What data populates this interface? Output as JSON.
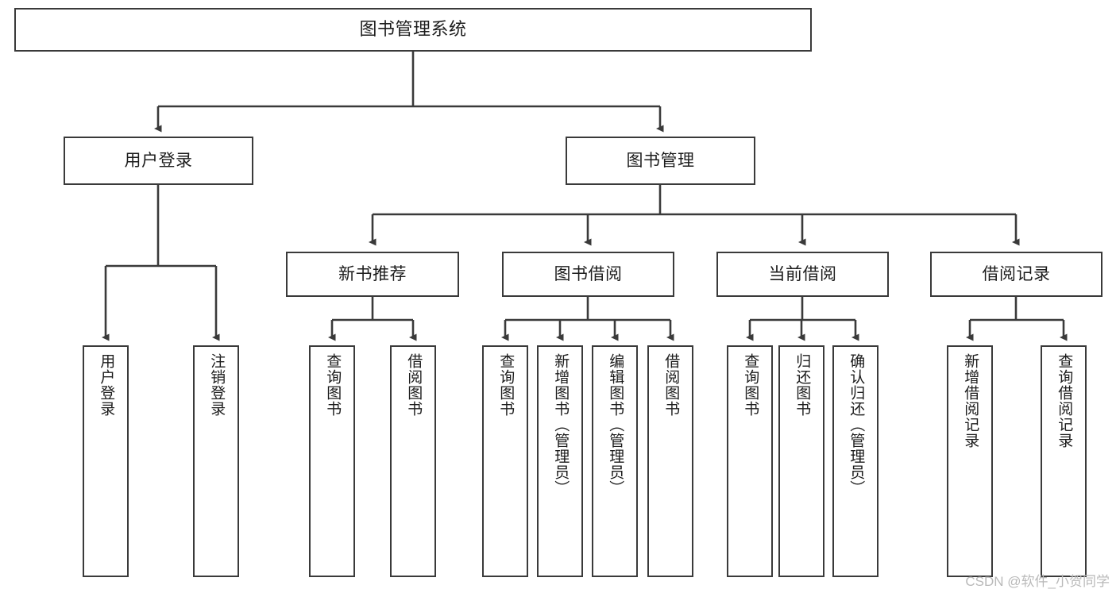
{
  "diagram": {
    "title": "图书管理系统",
    "root": {
      "label": "图书管理系统"
    },
    "level1": [
      {
        "label": "用户登录"
      },
      {
        "label": "图书管理"
      }
    ],
    "level2": [
      {
        "label": "新书推荐"
      },
      {
        "label": "图书借阅"
      },
      {
        "label": "当前借阅"
      },
      {
        "label": "借阅记录"
      }
    ],
    "leaves": {
      "user_login": [
        {
          "label": "用户登录"
        },
        {
          "label": "注销登录"
        }
      ],
      "new_book_recommend": [
        {
          "label": "查询图书"
        },
        {
          "label": "借阅图书"
        }
      ],
      "book_borrow": [
        {
          "label": "查询图书"
        },
        {
          "label": "新增图书（管理员）"
        },
        {
          "label": "编辑图书（管理员）"
        },
        {
          "label": "借阅图书"
        }
      ],
      "current_borrow": [
        {
          "label": "查询图书"
        },
        {
          "label": "归还图书"
        },
        {
          "label": "确认归还（管理员）"
        }
      ],
      "borrow_records": [
        {
          "label": "新增借阅记录"
        },
        {
          "label": "查询借阅记录"
        }
      ]
    },
    "watermark": "CSDN @软件_小贺同学",
    "colors": {
      "box_border": "#3a3a3a",
      "edge": "#3a3a3a",
      "background": "#ffffff",
      "text": "#1c1c1c",
      "watermark": "#b9b9b9"
    }
  }
}
